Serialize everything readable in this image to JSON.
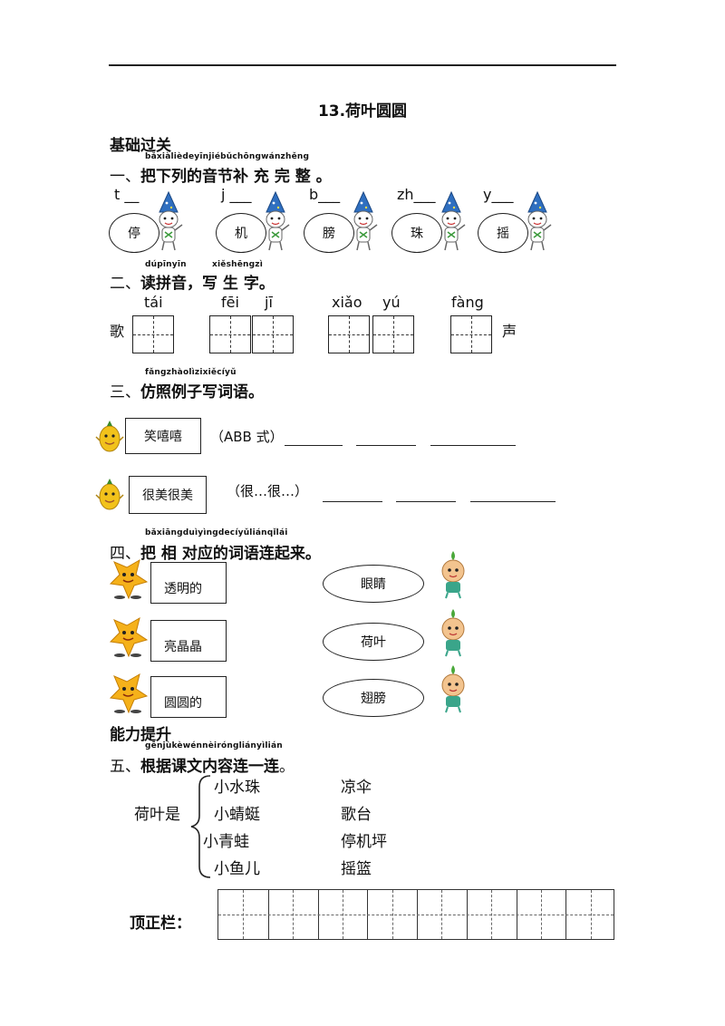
{
  "title": "13.荷叶圆圆",
  "part1_heading": "基础过关",
  "part2_heading": "能力提升",
  "q1": {
    "pinyin": "bǎxiàlièdeyīnjiébǔchōngwánzhěng",
    "num": "一、",
    "text": "把下列的音节补 充 完 整 。",
    "items": [
      {
        "hint": "t __",
        "char": "停"
      },
      {
        "hint": "j ___",
        "char": "机"
      },
      {
        "hint": "b___",
        "char": "膀"
      },
      {
        "hint": "zh___",
        "char": "珠"
      },
      {
        "hint": "y___",
        "char": "摇"
      }
    ]
  },
  "q2": {
    "pinyin_a": "dúpīnyīn",
    "pinyin_b": "xiěshēngzì",
    "num": "二、",
    "text": "读拼音，写 生 字。",
    "prefix": "歌",
    "suffix": "声",
    "syllables": [
      "tái",
      "fēi",
      "jī",
      "xiǎo",
      "yú",
      "fàng"
    ]
  },
  "q3": {
    "pinyin": "fǎngzhàolìzixiěcíyǔ",
    "num": "三、",
    "text": "仿照例子写词语。",
    "ex1_word": "笑嘻嘻",
    "ex1_pattern": "（ABB 式）",
    "ex2_word": "很美很美",
    "ex2_pattern": "（很…很…）"
  },
  "q4": {
    "pinyin": "bǎxiāngduìyìngdecíyǔliánqǐlái",
    "num": "四、",
    "text": "把 相 对应的词语连起来。",
    "left": [
      "透明的",
      "亮晶晶",
      "圆圆的"
    ],
    "right": [
      "眼睛",
      "荷叶",
      "翅膀"
    ]
  },
  "q5": {
    "pinyin": "gēnjùkèwénnèiróngliányìlián",
    "num": "五、",
    "text": "根据课文内容连一连",
    "period": "。",
    "subject": "荷叶是",
    "left": [
      "小水珠",
      "小蜻蜓",
      "小青蛙",
      "小鱼儿"
    ],
    "right": [
      "凉伞",
      "歌台",
      "停机坪",
      "摇篮"
    ]
  },
  "practice_label": "顶正栏："
}
